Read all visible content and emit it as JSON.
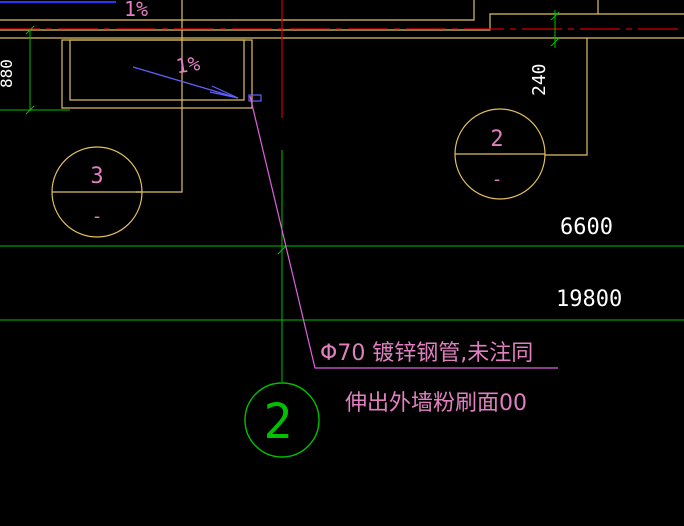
{
  "labels": {
    "slope_top": "1%",
    "slope_mid": "1%",
    "dim_880": "880",
    "dim_240": "240",
    "bubble_3_num": "3",
    "bubble_3_sub": "-",
    "bubble_2_small_num": "2",
    "bubble_2_small_sub": "-",
    "dim_6600": "6600",
    "dim_19800": "19800",
    "axis_2": "2",
    "note_line1": "Φ70  镀锌钢管,未注同",
    "note_line2": "伸出外墙粉刷面00"
  },
  "colors": {
    "background": "#000000",
    "wall": "#e0c060",
    "dim": "#00c000",
    "red_axis": "#d00000",
    "leader": "#e060e0",
    "slope": "#6060ff",
    "text_pink": "#e080c0",
    "text_white": "#ffffff",
    "grid": "#00c000"
  }
}
